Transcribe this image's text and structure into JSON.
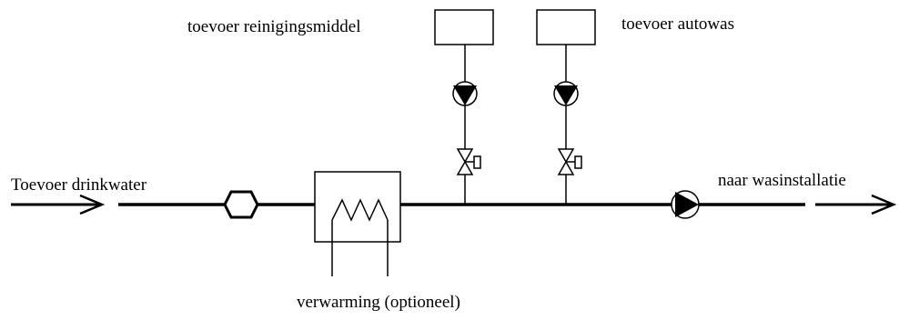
{
  "labels": {
    "inlet": "Toevoer drinkwater",
    "outlet": "naar wasinstallatie",
    "detergent_supply": "toevoer reinigingsmiddel",
    "carwash_supply": "toevoer autowas",
    "heating": "verwarming (optioneel)"
  },
  "colors": {
    "line": "#000000",
    "background": "#ffffff"
  }
}
